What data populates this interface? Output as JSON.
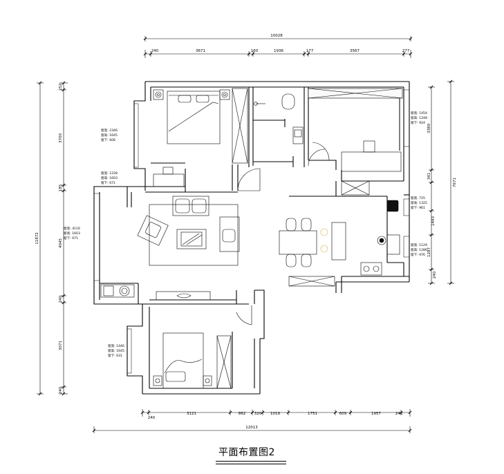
{
  "title": "平面布置图2",
  "dimensions": {
    "top_total": "10028",
    "top_segments": [
      "240",
      "3671",
      "160",
      "1936",
      "177",
      "3567",
      "277"
    ],
    "bottom_total": "12013",
    "bottom_segments": [
      "240",
      "3121",
      "862",
      "320",
      "1019",
      "1751",
      "609",
      "1957",
      "240"
    ],
    "left_total": "11872",
    "left_segments": [
      "252",
      "3700",
      "185",
      "4045",
      "240",
      "3071",
      "240"
    ],
    "right_total": "7671",
    "right_segments": [
      "3389",
      "341",
      "1443",
      "1287",
      "240"
    ]
  },
  "window_notes": [
    {
      "id": "bedroom1",
      "lines": [
        "窗宽: 2346",
        "窗高: 1645",
        "窗下: 606"
      ]
    },
    {
      "id": "living-upper",
      "lines": [
        "窗宽: 1228",
        "窗高: 1603",
        "窗下: 671"
      ]
    },
    {
      "id": "living-left",
      "lines": [
        "窗宽: 4116",
        "窗高: 1603",
        "窗下: 671"
      ]
    },
    {
      "id": "bedroom2",
      "lines": [
        "窗宽: 1446",
        "窗高: 1645",
        "窗下: 631"
      ]
    },
    {
      "id": "study",
      "lines": [
        "窗宽: 1454",
        "窗高: 1248",
        "窗下: 924"
      ]
    },
    {
      "id": "kitchen-upper",
      "lines": [
        "窗宽: 725",
        "窗高: 1325",
        "窗下: 961"
      ]
    },
    {
      "id": "kitchen-lower",
      "lines": [
        "窗宽: 1129",
        "窗高: 1286",
        "窗下: 976"
      ]
    }
  ]
}
